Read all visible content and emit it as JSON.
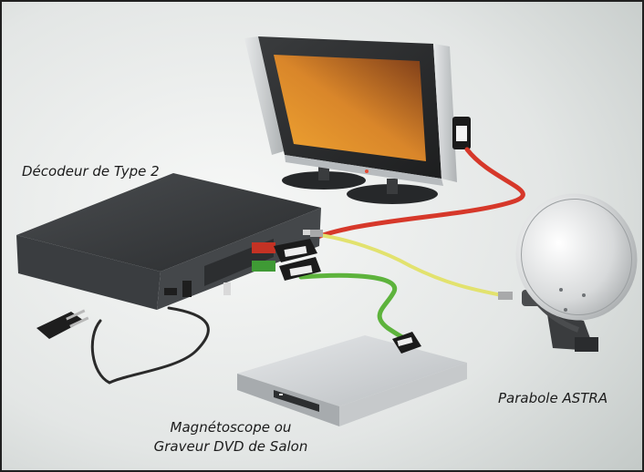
{
  "labels": {
    "decoder": "Décodeur de Type 2",
    "dish": "Parabole ASTRA",
    "vcr_line1": "Magnétoscope ou",
    "vcr_line2": "Graveur DVD de Salon"
  },
  "colors": {
    "background_light": "#f2f4f3",
    "background_dark": "#c5cbc9",
    "frame": "#202020",
    "cable_red": "#d6382a",
    "cable_green": "#5db33c",
    "cable_yellow": "#e2e26e",
    "device_dark": "#2e3032",
    "device_silver": "#cfd2d4",
    "screen_orange": "#e8962e"
  }
}
